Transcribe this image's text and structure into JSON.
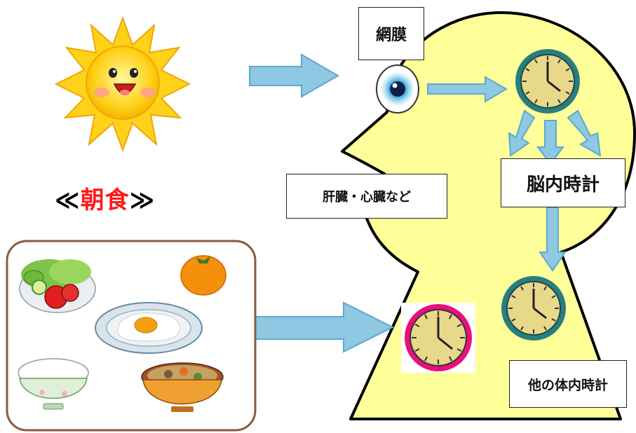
{
  "labels": {
    "retina": "網膜",
    "brain_clock": "脳内時計",
    "organs": "肝臓・心臓など",
    "other_clocks": "他の体内時計"
  },
  "breakfast_title": {
    "open": "≪",
    "word": "朝食",
    "close": "≫"
  },
  "colors": {
    "head_fill": "#ffff99",
    "arrow_fill": "#8ec8e2",
    "arrow_stroke": "#5da9cf",
    "clock_face": "#e8d98a",
    "clock_ring": "#2a7d7e",
    "accent_clock_ring": "#e8107c",
    "breakfast_text": "#ff1a1a",
    "plate_border": "#8b5a3c"
  },
  "icons": [
    "sun-icon",
    "eye-icon",
    "clock-icon",
    "salad-icon",
    "orange-icon",
    "fried-egg-icon",
    "rice-bowl-icon",
    "miso-soup-icon"
  ]
}
